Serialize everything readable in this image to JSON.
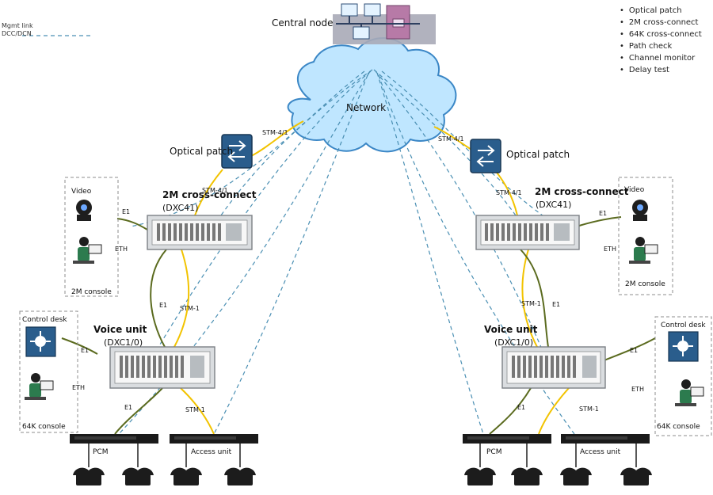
{
  "top_title": "Central node",
  "cloud_label": "Network",
  "left": {
    "optical_label": "Optical patch",
    "dxc41_title": "2M cross-connect",
    "dxc41_subtitle": "(DXC41)",
    "voice_title": "Voice unit",
    "voice_subtitle": "(DXC1/0)",
    "video_label": "Video",
    "console_2m_label": "2M console",
    "program_label": "Control desk",
    "console_64k_label": "64K console",
    "pcm_label": "PCM",
    "access_label": "Access unit"
  },
  "right": {
    "optical_label": "Optical patch",
    "dxc41_title": "2M cross-connect",
    "dxc41_subtitle": "(DXC41)",
    "voice_title": "Voice unit",
    "voice_subtitle": "(DXC1/0)",
    "video_label": "Video",
    "console_2m_label": "2M console",
    "program_label": "Control desk",
    "console_64k_label": "64K console",
    "pcm_label": "PCM",
    "access_label": "Access unit"
  },
  "links": {
    "stm41": "STM-4/1",
    "stm1": "STM-1",
    "e1": "E1",
    "eth": "ETH"
  },
  "legend": {
    "dashed_title": "Mgmt link",
    "dashed_subtitle": "DCC/DCN",
    "features": [
      "Optical patch",
      "2M cross-connect",
      "64K cross-connect",
      "Path check",
      "Channel monitor",
      "Delay test"
    ]
  },
  "colors": {
    "cloud_fill": "#bfe6ff",
    "cloud_stroke": "#3b87c6",
    "yellow_link": "#f2c300",
    "green_link": "#5b6b1f",
    "dashed_link": "#4a8fb3",
    "device_gray": "#dadde0",
    "blue_box": "#2a5d8c",
    "text_dark": "#111111"
  }
}
